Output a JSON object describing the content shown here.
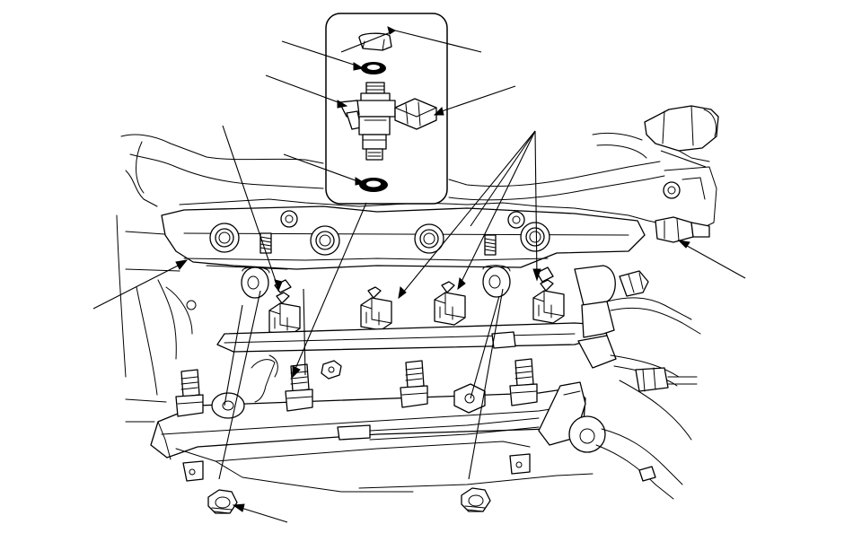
{
  "diagram": {
    "kind": "exploded-assembly-illustration",
    "subject_icon": "fuel-injector-assembly",
    "colors": {
      "ink": "#000000",
      "paper": "#ffffff",
      "shade": "#e6e6e6"
    },
    "callouts": [
      {
        "id": "cushion-ring",
        "icon": "cushion-ring-icon"
      },
      {
        "id": "o-ring-upper",
        "icon": "o-ring-icon"
      },
      {
        "id": "injector",
        "icon": "injector-icon"
      },
      {
        "id": "injector-clip",
        "icon": "clip-icon"
      },
      {
        "id": "o-ring-lower",
        "icon": "o-ring-icon"
      },
      {
        "id": "clips-fan",
        "icon": "clip-icon"
      },
      {
        "id": "connector",
        "icon": "connector-icon"
      },
      {
        "id": "rail-left",
        "icon": "fuel-rail-icon"
      },
      {
        "id": "nut-left",
        "icon": "nut-icon"
      },
      {
        "id": "nut-right",
        "icon": "nut-icon"
      }
    ]
  }
}
